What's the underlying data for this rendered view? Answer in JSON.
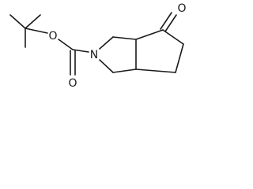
{
  "structure": {
    "atoms": {
      "n_label": "N",
      "ester_o_label": "O",
      "carbonyl_o_label": "O",
      "ketone_o_label": "O"
    }
  }
}
